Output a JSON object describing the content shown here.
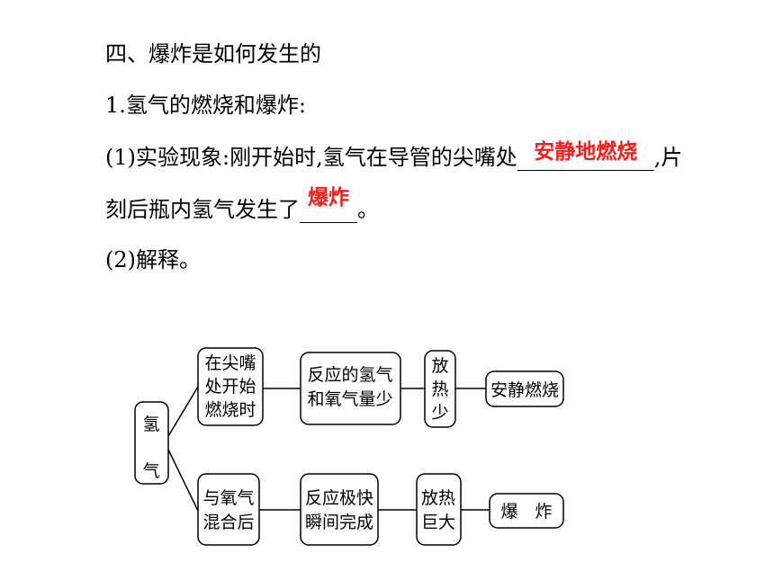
{
  "heading": "四、爆炸是如何发生的",
  "subheading": "1.氢气的燃烧和爆炸:",
  "question1": {
    "prefix": "(1)实验现象:刚开始时,氢气在导管的尖嘴处",
    "answer1": "安静地燃烧",
    "middle": ",片",
    "line2_prefix": "刻后瓶内氢气发生了",
    "answer2": "爆炸",
    "suffix": "。"
  },
  "question2": "(2)解释。",
  "diagram": {
    "root": [
      "氢",
      "气"
    ],
    "top_branch": {
      "condition": [
        "在尖嘴",
        "处开始",
        "燃烧时"
      ],
      "reaction": [
        "反应的氢气",
        "和氧气量少"
      ],
      "heat": [
        "放",
        "热",
        "少"
      ],
      "result": [
        "安静燃烧"
      ]
    },
    "bottom_branch": {
      "condition": [
        "与氧气",
        "混合后"
      ],
      "reaction": [
        "反应极快",
        "瞬间完成"
      ],
      "heat": [
        "放热",
        "巨大"
      ],
      "result": [
        "爆　炸"
      ]
    }
  }
}
